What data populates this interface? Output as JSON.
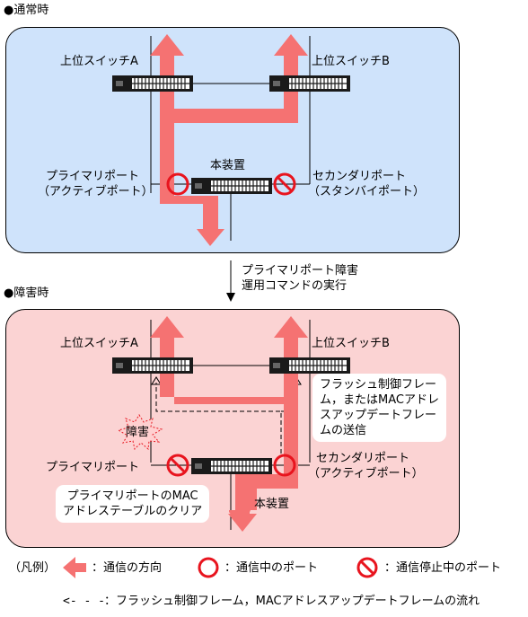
{
  "sections": {
    "normal_title": "●通常時",
    "fault_title": "●障害時"
  },
  "normal": {
    "switch_a": "上位スイッチA",
    "switch_b": "上位スイッチB",
    "device": "本装置",
    "primary_port_line1": "プライマリポート",
    "primary_port_line2": "（アクティブポート）",
    "secondary_port_line1": "セカンダリポート",
    "secondary_port_line2": "（スタンバイポート）"
  },
  "transition": {
    "line1": "プライマリポート障害",
    "line2": "運用コマンドの実行"
  },
  "fault": {
    "switch_a": "上位スイッチA",
    "switch_b": "上位スイッチB",
    "device": "本装置",
    "fault_label": "障害",
    "primary_port": "プライマリポート",
    "secondary_port_line1": "セカンダリポート",
    "secondary_port_line2": "（アクティブポート）",
    "flush_note": [
      "フラッシュ制御フレー",
      "ム，またはMACアドレ",
      "スアップデートフレー",
      "ムの送信"
    ],
    "clear_note": [
      "プライマリポートのMAC",
      "アドレステーブルのクリア"
    ]
  },
  "legend": {
    "title": "（凡例）",
    "direction": "：通信の方向",
    "active_port": "：通信中のポート",
    "stopped_port": "：通信停止中のポート",
    "flow_arrow": "<- - -",
    "flow": "：フラッシュ制御フレーム，MACアドレスアップデートフレームの流れ"
  },
  "colors": {
    "normal_bg": "#cfe3fb",
    "fault_bg": "#fbd3d3",
    "traffic_arrow": "#f57272",
    "port_marker": "#e8141e",
    "fault_burst": "#ffd0d0"
  }
}
